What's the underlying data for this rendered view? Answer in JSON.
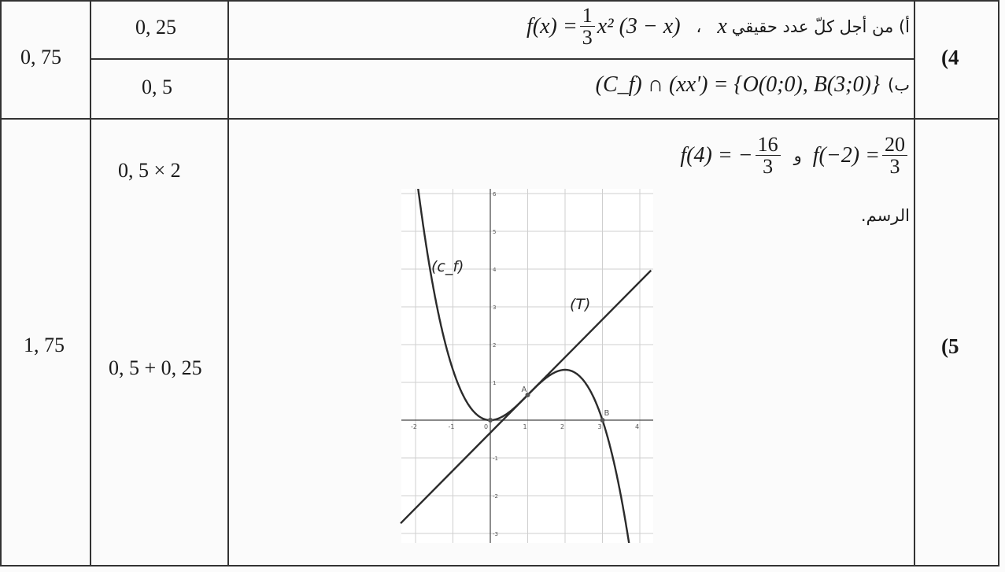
{
  "row4": {
    "number": "(4",
    "total": "0, 75",
    "a": {
      "score": "0, 25",
      "label": "أ) من أجل كلّ عدد حقيقي",
      "var": "x",
      "sep": "،",
      "lhs": "f(x) =",
      "frac_num": "1",
      "frac_den": "3",
      "rhs": "x² (3 − x)"
    },
    "b": {
      "score": "0, 5",
      "label": "ب)",
      "formula": "(C_f) ∩ (xx') = {O(0;0), B(3;0)}"
    }
  },
  "row5": {
    "number": "(5",
    "total": "1, 75",
    "score_1": "0, 5 × 2",
    "score_2": "0, 5 + 0, 25",
    "line1": {
      "lhs1": "f(4) = −",
      "f1_num": "16",
      "f1_den": "3",
      "conj": "و",
      "lhs2": "f(−2) =",
      "f2_num": "20",
      "f2_den": "3"
    },
    "drawing_label": "الرسم.",
    "graph": {
      "curve_label": "(c_f)",
      "tangent_label": "(T)",
      "point_A": "A",
      "point_B": "B",
      "x_ticks": [
        "-2",
        "-1",
        "0",
        "1",
        "2",
        "3",
        "4"
      ],
      "y_ticks": [
        "6",
        "5",
        "4",
        "3",
        "2",
        "1",
        "-1",
        "-2",
        "-3"
      ]
    }
  }
}
